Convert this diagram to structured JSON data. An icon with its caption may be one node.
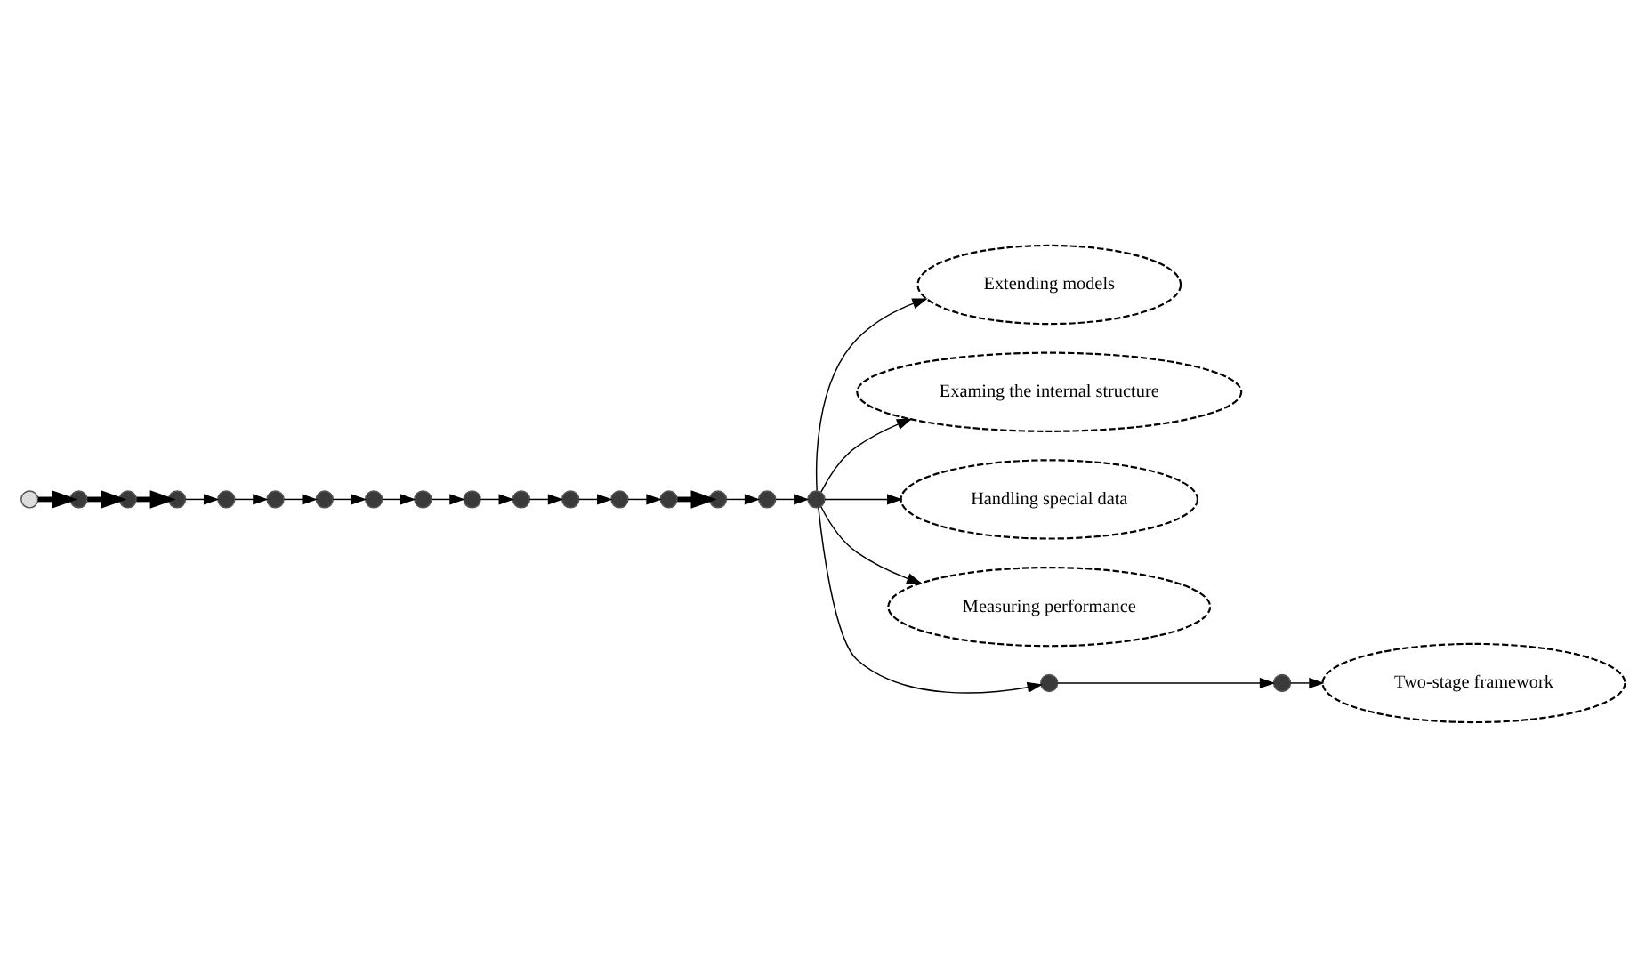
{
  "diagram": {
    "nodes": [
      {
        "text": [
          "Two-stage framework"
        ]
      },
      {
        "text": [
          "Extending models"
        ]
      },
      {
        "text": [
          "Examing the internal structure"
        ]
      },
      {
        "text": [
          "Handling special data"
        ]
      },
      {
        "text": [
          "Measuring performance"
        ]
      },
      {
        "text": [],
        "shape": "circle"
      },
      {
        "text": [],
        "shape": "circle"
      },
      {
        "text": [],
        "shape": "circle"
      },
      {
        "text": [],
        "shape": "circle"
      },
      {
        "text": [],
        "shape": "circle"
      },
      {
        "text": [],
        "shape": "circle"
      },
      {
        "text": [],
        "shape": "circle"
      },
      {
        "text": [],
        "shape": "circle"
      },
      {
        "text": [],
        "shape": "circle"
      },
      {
        "text": [],
        "shape": "circle"
      },
      {
        "text": [],
        "shape": "circle"
      },
      {
        "text": [],
        "shape": "circle"
      },
      {
        "text": [],
        "shape": "circle"
      },
      {
        "text": [],
        "shape": "circle"
      },
      {
        "text": [],
        "shape": "circle"
      },
      {
        "text": [],
        "shape": "circle"
      },
      {
        "text": [],
        "shape": "circle"
      },
      {
        "text": [],
        "shape": "circle"
      },
      {
        "text": [],
        "shape": "circle"
      }
    ],
    "edges": [
      {
        "from": 5,
        "to": 6,
        "arrow": "to",
        "style": "thick"
      },
      {
        "from": 6,
        "to": 7,
        "arrow": "to",
        "style": "thick"
      },
      {
        "from": 7,
        "to": 8,
        "arrow": "to",
        "style": "thick"
      },
      {
        "from": 8,
        "to": 9,
        "arrow": "to"
      },
      {
        "from": 9,
        "to": 10,
        "arrow": "to"
      },
      {
        "from": 10,
        "to": 11,
        "arrow": "to"
      },
      {
        "from": 11,
        "to": 12,
        "arrow": "to"
      },
      {
        "from": 12,
        "to": 13,
        "arrow": "to"
      },
      {
        "from": 13,
        "to": 14,
        "arrow": "to"
      },
      {
        "from": 14,
        "to": 15,
        "arrow": "to"
      },
      {
        "from": 15,
        "to": 16,
        "arrow": "to"
      },
      {
        "from": 16,
        "to": 17,
        "arrow": "to"
      },
      {
        "from": 17,
        "to": 18,
        "arrow": "to"
      },
      {
        "from": 18,
        "to": 19,
        "arrow": "to",
        "style": "thick"
      },
      {
        "from": 19,
        "to": 20,
        "arrow": "to"
      },
      {
        "from": 20,
        "to": 21,
        "arrow": "to"
      },
      {
        "from": 21,
        "to": 22,
        "arrow": "to"
      },
      {
        "from": 22,
        "to": 23,
        "arrow": "to"
      },
      {
        "from": 23,
        "to": 0,
        "arrow": "to"
      },
      {
        "from": 21,
        "to": 1,
        "arrow": "to"
      },
      {
        "from": 21,
        "to": 2,
        "arrow": "to"
      },
      {
        "from": 21,
        "to": 3,
        "arrow": "to"
      },
      {
        "from": 21,
        "to": 4,
        "arrow": "to"
      }
    ]
  }
}
